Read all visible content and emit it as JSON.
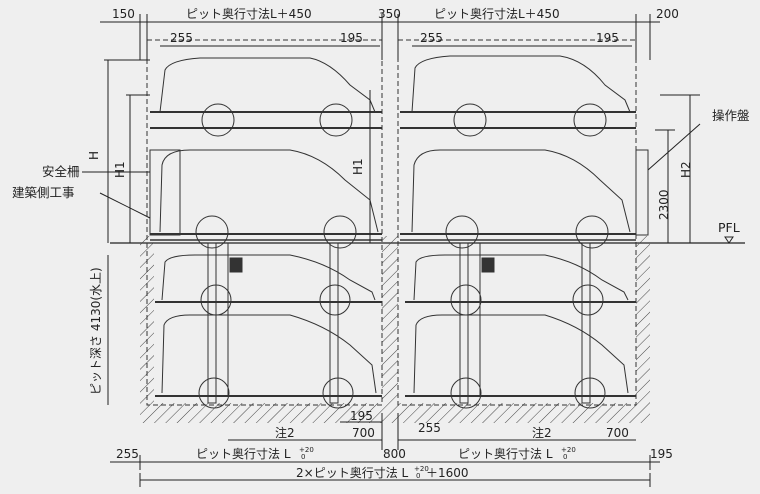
{
  "dimensions": {
    "top": {
      "left_margin": "150",
      "pit_left": "ピット奥行寸法L＋450",
      "gap": "350",
      "pit_right": "ピット奥行寸法L＋450",
      "right_margin": "200"
    },
    "inner_top": {
      "left_offset": "255",
      "left_inner": "195",
      "right_offset": "255",
      "right_inner": "195"
    },
    "vertical": {
      "h": "H",
      "h1_left": "H1",
      "h1_center": "H1",
      "h2": "H2",
      "height_2300": "2300",
      "pit_depth": "ピット深さ 4130(水上)"
    },
    "bottom": {
      "d195": "195",
      "d700_left": "700",
      "d800": "800",
      "d255_center": "255",
      "note_left": "注2",
      "note_right": "注2",
      "d700_right": "700",
      "d255_left": "255",
      "pit_left": "ピット奥行寸法 L",
      "pit_right": "ピット奥行寸法 L",
      "d195_right": "195",
      "total": "2×ピット奥行寸法 L",
      "total_suffix": "＋1600",
      "tol_plus": "+20",
      "tol_zero": "0"
    }
  },
  "labels": {
    "safety_fence": "安全柵",
    "building_work": "建築側工事",
    "control_panel": "操作盤",
    "pfl": "PFL"
  }
}
